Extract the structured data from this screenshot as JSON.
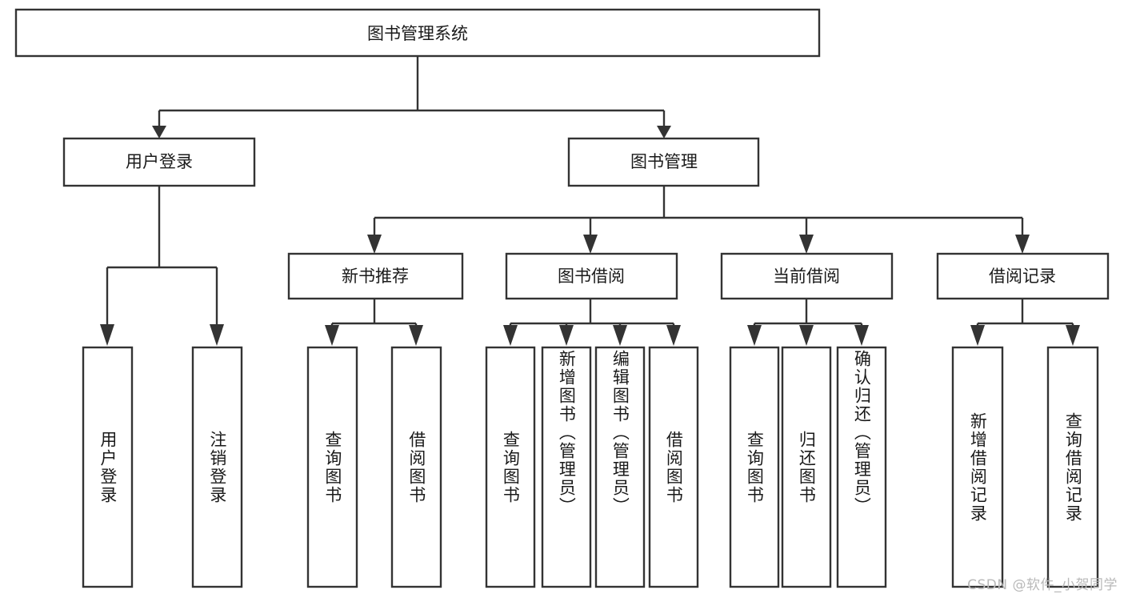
{
  "diagram": {
    "type": "hierarchy-tree",
    "title_node": "图书管理系统",
    "orientation": "top-down",
    "background_color": "#ffffff",
    "line_color": "#333333",
    "box_fill": "#ffffff",
    "text_color": "#1a1a1a",
    "levels": 4,
    "root": {
      "id": "root",
      "label": "图书管理系统",
      "text_direction": "horizontal"
    },
    "level2": [
      {
        "id": "user-login",
        "label": "用户登录",
        "text_direction": "horizontal"
      },
      {
        "id": "book-management",
        "label": "图书管理",
        "text_direction": "horizontal"
      }
    ],
    "level3": [
      {
        "id": "new-book-recommend",
        "label": "新书推荐",
        "text_direction": "horizontal",
        "parent": "book-management"
      },
      {
        "id": "book-borrow",
        "label": "图书借阅",
        "text_direction": "horizontal",
        "parent": "book-management"
      },
      {
        "id": "current-borrow",
        "label": "当前借阅",
        "text_direction": "horizontal",
        "parent": "book-management"
      },
      {
        "id": "borrow-record",
        "label": "借阅记录",
        "text_direction": "horizontal",
        "parent": "book-management"
      }
    ],
    "leaves": [
      {
        "id": "leaf-user-login",
        "label": "用户登录",
        "parent": "user-login",
        "text_direction": "vertical"
      },
      {
        "id": "leaf-logout-login",
        "label": "注销登录",
        "parent": "user-login",
        "text_direction": "vertical"
      },
      {
        "id": "leaf-query-book-1",
        "label": "查询图书",
        "parent": "new-book-recommend",
        "text_direction": "vertical"
      },
      {
        "id": "leaf-borrow-book-1",
        "label": "借阅图书",
        "parent": "new-book-recommend",
        "text_direction": "vertical"
      },
      {
        "id": "leaf-query-book-2",
        "label": "查询图书",
        "parent": "book-borrow",
        "text_direction": "vertical"
      },
      {
        "id": "leaf-add-book",
        "label": "新增图书（管理员）",
        "parent": "book-borrow",
        "text_direction": "vertical"
      },
      {
        "id": "leaf-edit-book",
        "label": "编辑图书（管理员）",
        "parent": "book-borrow",
        "text_direction": "vertical"
      },
      {
        "id": "leaf-borrow-book-2",
        "label": "借阅图书",
        "parent": "book-borrow",
        "text_direction": "vertical"
      },
      {
        "id": "leaf-query-book-3",
        "label": "查询图书",
        "parent": "current-borrow",
        "text_direction": "vertical"
      },
      {
        "id": "leaf-return-book",
        "label": "归还图书",
        "parent": "current-borrow",
        "text_direction": "vertical"
      },
      {
        "id": "leaf-confirm-return",
        "label": "确认归还（管理员）",
        "parent": "current-borrow",
        "text_direction": "vertical"
      },
      {
        "id": "leaf-add-record",
        "label": "新增借阅记录",
        "parent": "borrow-record",
        "text_direction": "vertical"
      },
      {
        "id": "leaf-query-record",
        "label": "查询借阅记录",
        "parent": "borrow-record",
        "text_direction": "vertical"
      }
    ]
  },
  "watermark": {
    "text": "CSDN @软件_小贺同学"
  }
}
